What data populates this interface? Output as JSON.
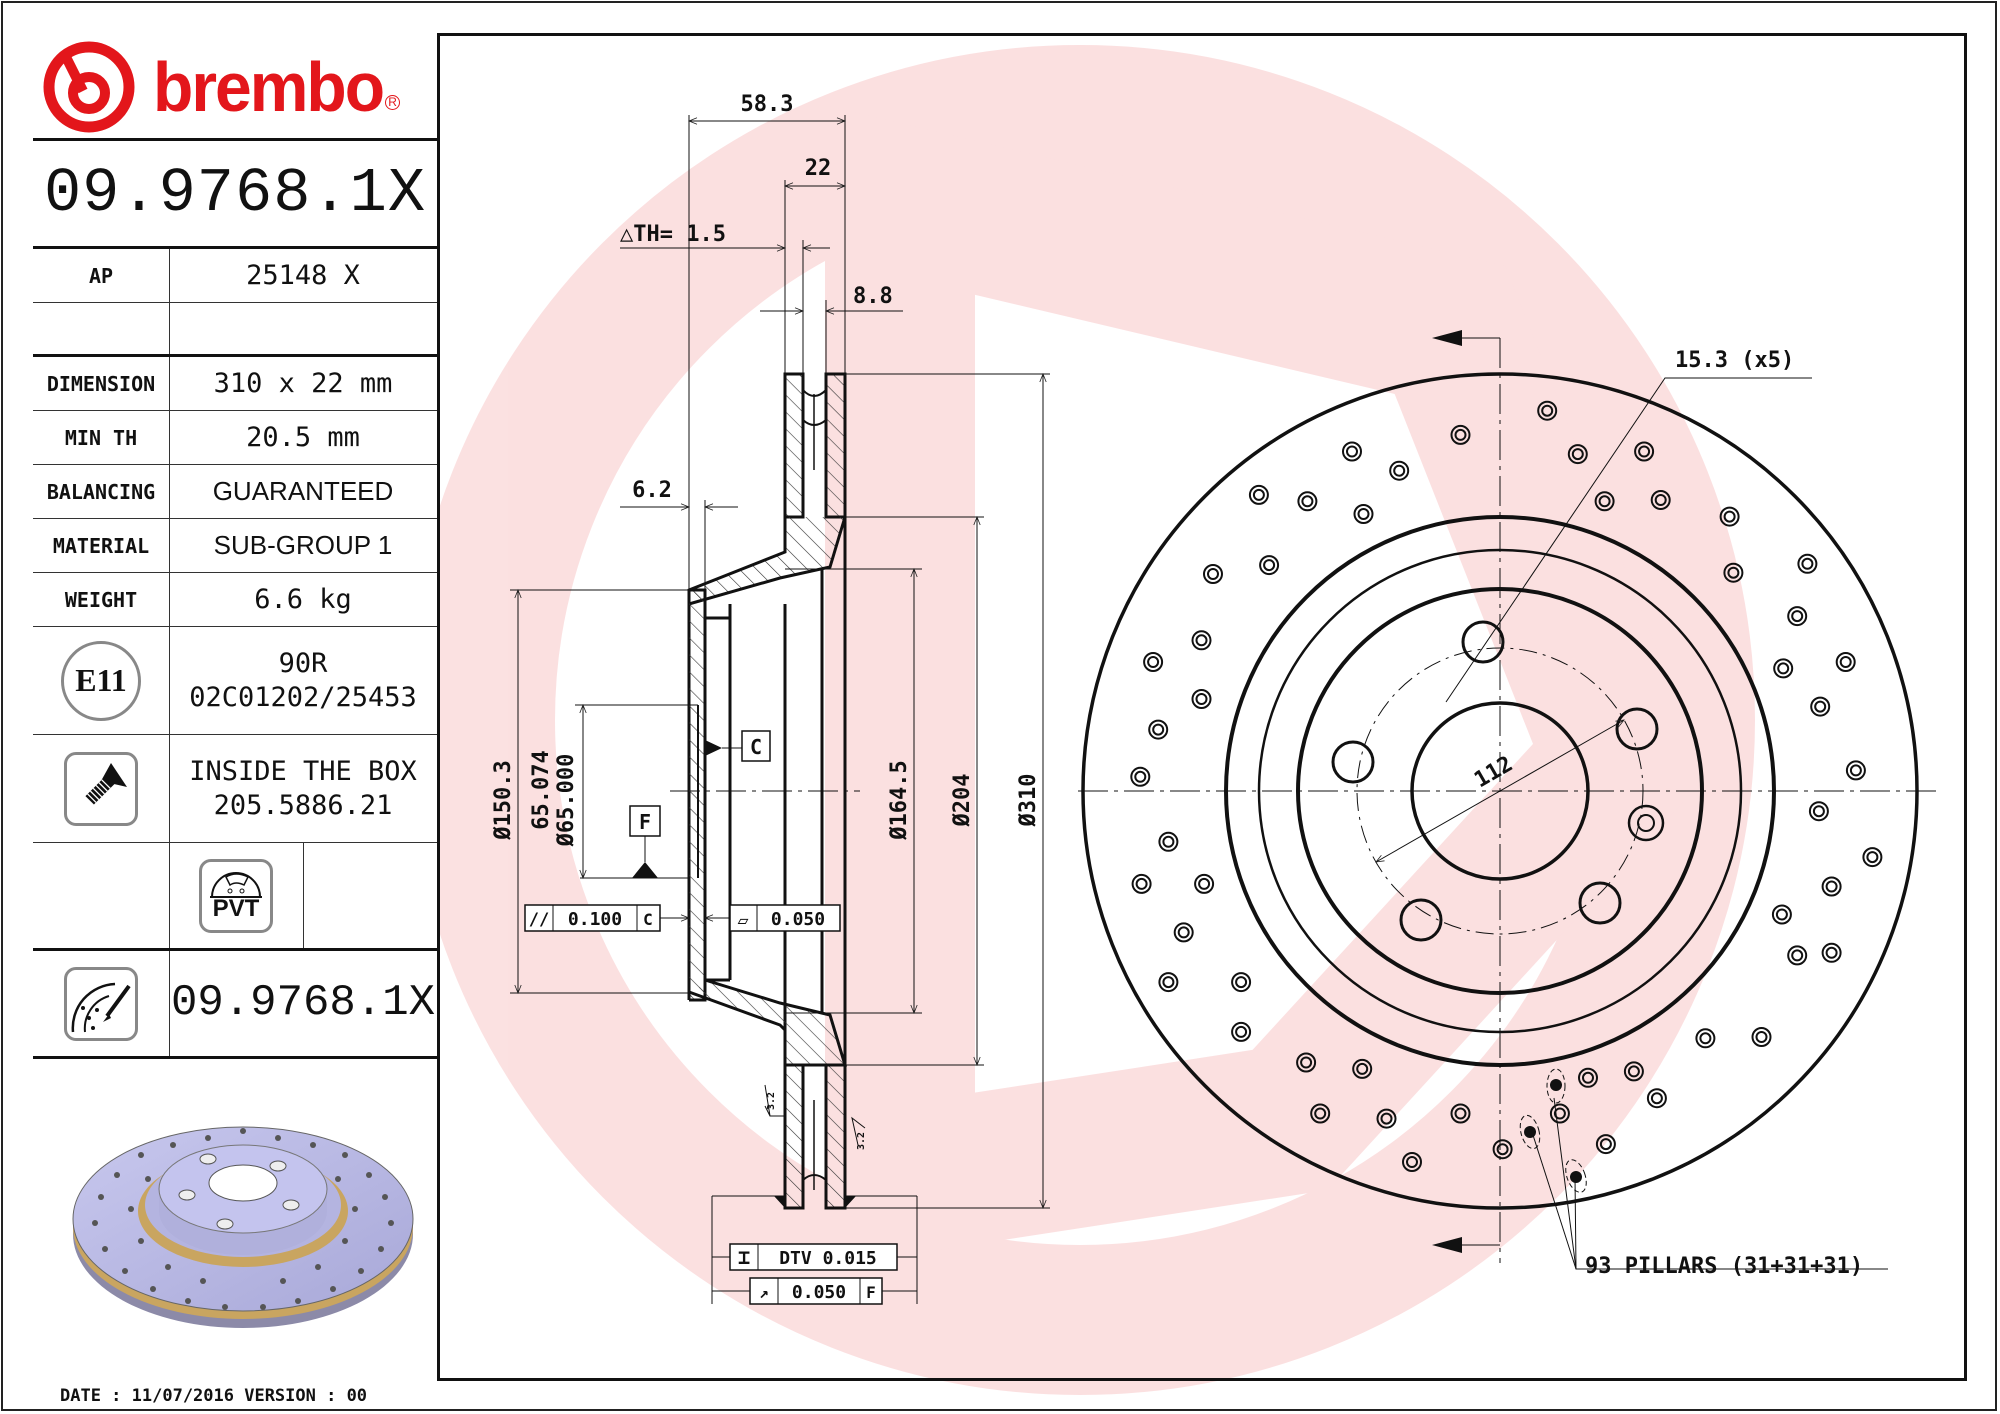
{
  "brand": {
    "name": "brembo",
    "color": "#e3161b"
  },
  "part_number": "09.9768.1X",
  "title_block": {
    "ap_label": "AP",
    "ap_value": "25148 X",
    "specs": [
      {
        "label": "DIMENSION",
        "value": "310 x 22 mm"
      },
      {
        "label": "MIN TH",
        "value": "20.5 mm"
      },
      {
        "label": "BALANCING",
        "value": "GUARANTEED"
      },
      {
        "label": "MATERIAL",
        "value": "SUB-GROUP 1"
      },
      {
        "label": "WEIGHT",
        "value": "6.6 kg"
      }
    ],
    "approval": {
      "badge": "E11",
      "line1": "90R",
      "line2": "02C01202/25453"
    },
    "screw": {
      "line1": "INSIDE THE BOX",
      "line2": "205.5886.21"
    },
    "pvt_label": "PVT",
    "marking_part_number": "09.9768.1X"
  },
  "footer": {
    "date_version": "DATE : 11/07/2016 VERSION : 00"
  },
  "section_view": {
    "dims": {
      "overall_width": "58.3",
      "thickness": "22",
      "delta_th": "△TH= 1.5",
      "vent": "8.8",
      "hat_thickness": "6.2",
      "d_150": "Ø150.3",
      "d_65_upper": "65.074",
      "d_65_lower": "Ø65.000",
      "d_164": "Ø164.5",
      "d_204": "Ø204",
      "d_310": "Ø310",
      "roughness": "3.2"
    },
    "datums": {
      "c": "C",
      "f": "F"
    },
    "tolerances": {
      "parallelism": {
        "symbol": "//",
        "value": "0.100",
        "datum": "C"
      },
      "flatness": {
        "symbol": "▱",
        "value": "0.050"
      },
      "dtv": {
        "symbol": "⌶",
        "value": "DTV 0.015"
      },
      "runout": {
        "symbol": "↗",
        "value": "0.050",
        "datum": "F"
      }
    }
  },
  "front_view": {
    "bolt_hole_note": "15.3 (x5)",
    "pcd": "112",
    "pillars_note": "93 PILLARS (31+31+31)"
  }
}
